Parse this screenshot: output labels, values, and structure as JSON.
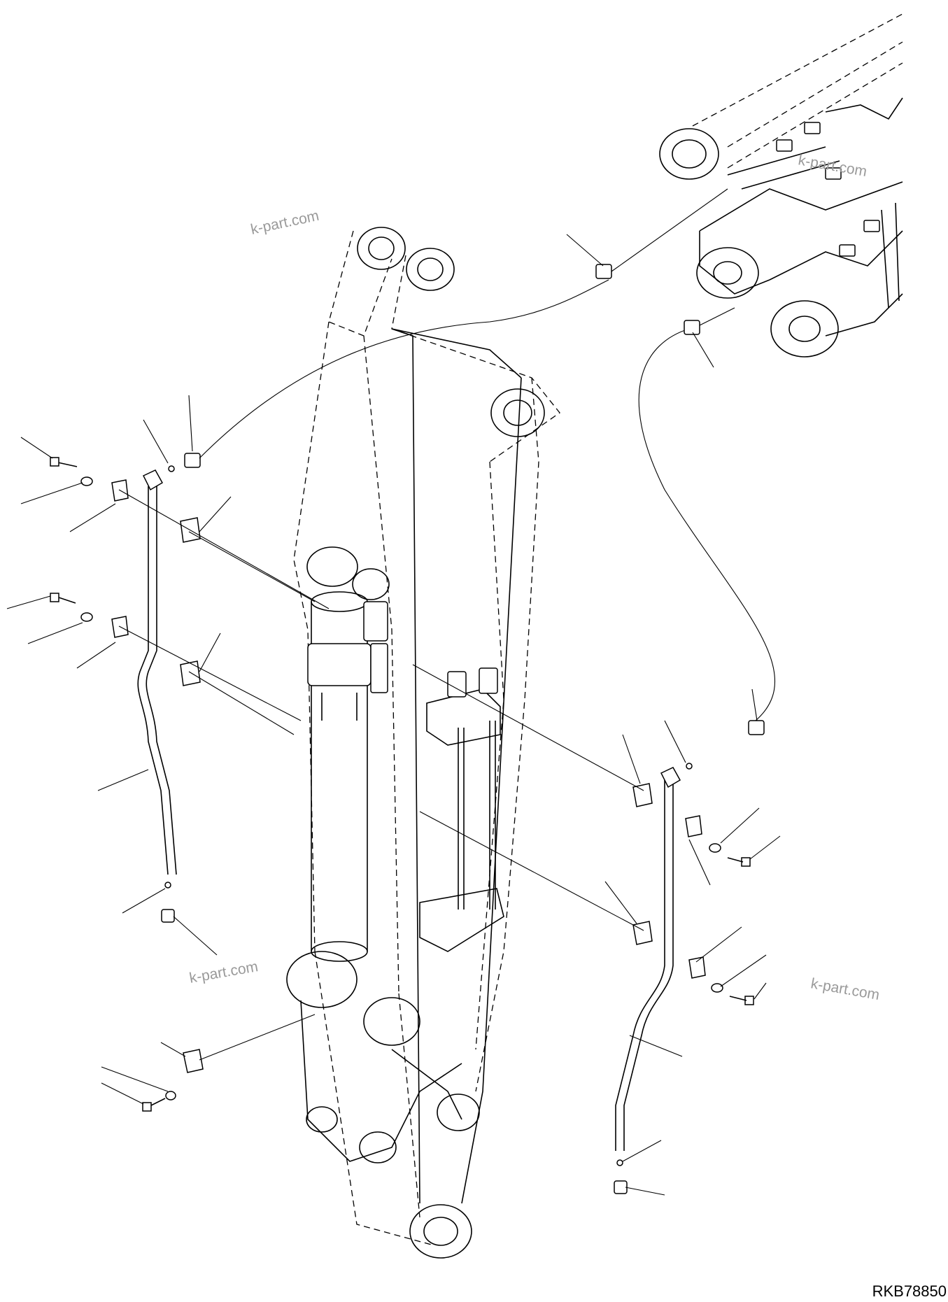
{
  "diagram_code": "RKB78850",
  "watermarks": [
    "k-part.com",
    "k-part.com",
    "k-part.com",
    "k-part.com"
  ]
}
